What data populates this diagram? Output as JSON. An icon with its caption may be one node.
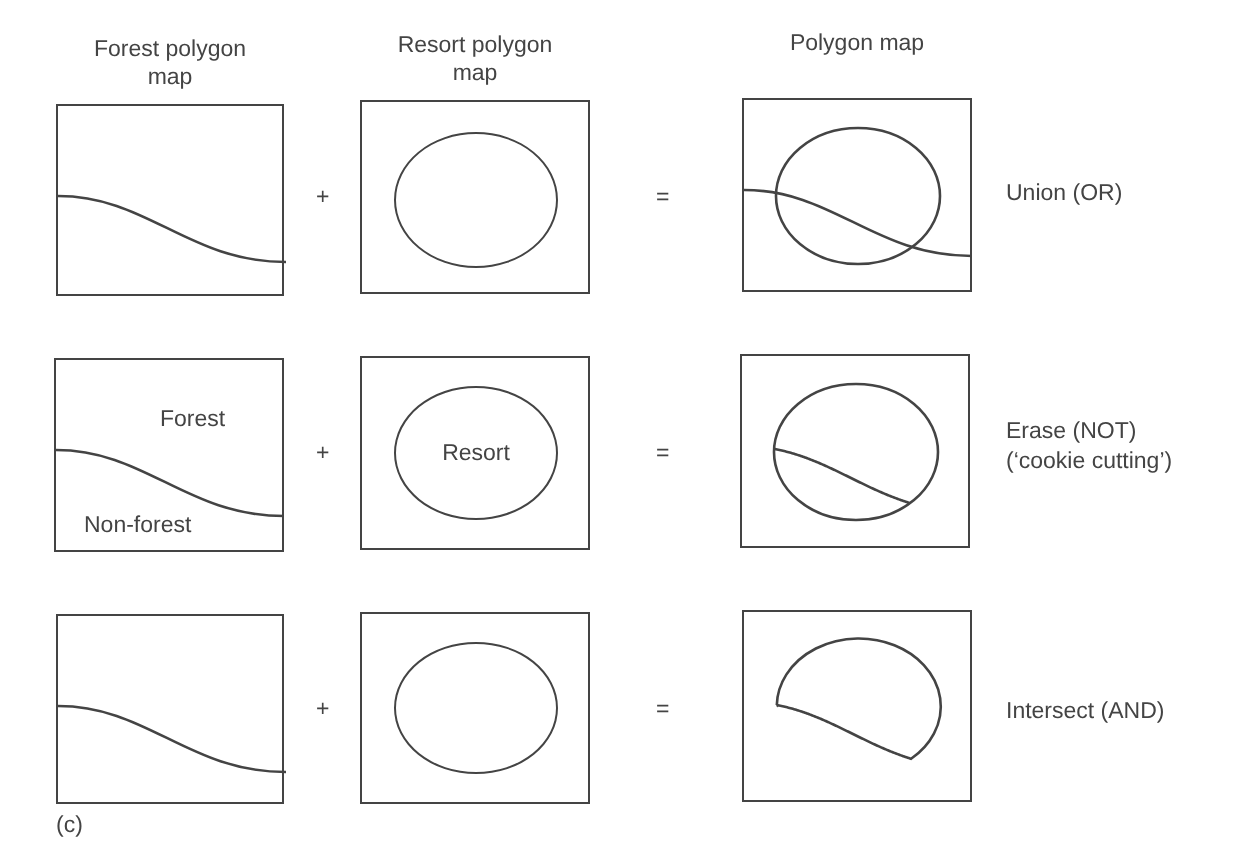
{
  "diagram": {
    "nodes": [
      {
        "text": [
          "Forest polygon map"
        ]
      },
      {
        "text": [
          "Resort polygon map"
        ]
      },
      {
        "text": [],
        "shape": "circle",
        "in": 1
      },
      {
        "text": [
          "Polygon map"
        ]
      },
      {
        "text": [
          "Forest",
          "Non-forest"
        ]
      },
      {
        "text": [],
        "shape": "box"
      },
      {
        "text": [
          "Resort"
        ],
        "in": 5
      },
      {
        "text": [],
        "shape": "box"
      },
      {
        "text": [],
        "shape": "box"
      },
      {
        "text": [],
        "shape": "box"
      },
      {
        "text": [],
        "shape": "circle",
        "in": 9
      },
      {
        "text": [],
        "shape": "box"
      }
    ],
    "labels": [
      "+",
      "=",
      "Union (OR)",
      "+",
      "=",
      "Erase (NOT) (‘cookie cutting’)",
      "+",
      "=",
      "Intersect (AND)",
      "(c)"
    ]
  }
}
